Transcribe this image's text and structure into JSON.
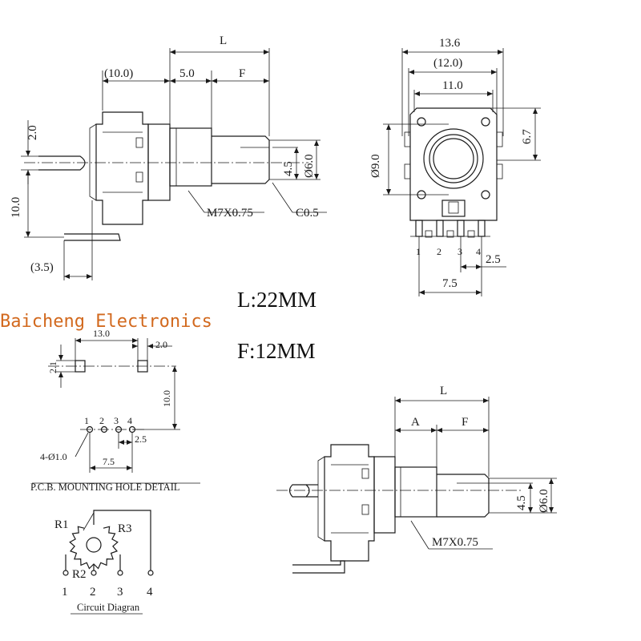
{
  "brand": "Baicheng Electronics",
  "spec": {
    "L": "L:22MM",
    "F": "F:12MM"
  },
  "side_view": {
    "dim_L": "L",
    "dim_10": "(10.0)",
    "dim_5": "5.0",
    "dim_F": "F",
    "dim_2": "2.0",
    "dim_10v": "10.0",
    "dim_3_5": "(3.5)",
    "dim_4_5": "4.5",
    "dim_6": "Ø6.0",
    "thread": "M7X0.75",
    "chamfer": "C0.5"
  },
  "front_view": {
    "dim_13_6": "13.6",
    "dim_12": "(12.0)",
    "dim_11": "11.0",
    "dim_9": "Ø9.0",
    "dim_6_7": "6.7",
    "dim_2_5": "2.5",
    "dim_7_5": "7.5",
    "pins": [
      "1",
      "2",
      "3",
      "4"
    ]
  },
  "pcb": {
    "dim_13": "13.0",
    "dim_2": "2.0",
    "dim_2_1": "2.1",
    "dim_10": "10.0",
    "dim_2_5": "2.5",
    "dim_7_5": "7.5",
    "holes": "4-Ø1.0",
    "pins": [
      "1",
      "2",
      "3",
      "4"
    ],
    "caption": "P.C.B. MOUNTING HOLE DETAIL"
  },
  "circuit": {
    "r1": "R1",
    "r2": "R2",
    "r3": "R3",
    "pins": [
      "1",
      "2",
      "3",
      "4"
    ],
    "caption": "Circuit Diagran"
  },
  "side_view_2": {
    "dim_L": "L",
    "dim_A": "A",
    "dim_F": "F",
    "dim_4_5": "4.5",
    "dim_6": "Ø6.0",
    "thread": "M7X0.75"
  }
}
